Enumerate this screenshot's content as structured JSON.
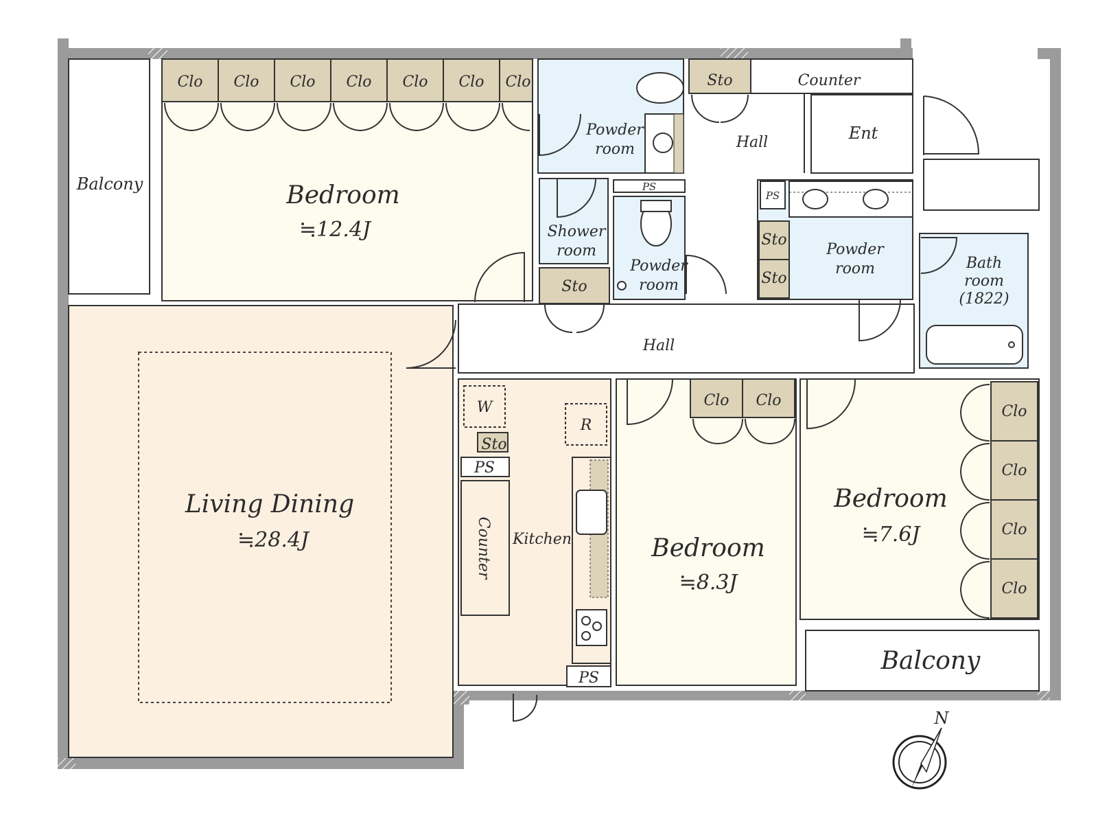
{
  "colors": {
    "wall": "#9b9b9b",
    "bedroom_fill": "#fdfcef",
    "living_fill": "#fcf0e1",
    "wet_fill": "#e6f3fb",
    "storage_fill": "#dcd3b8",
    "line": "#333333"
  },
  "rooms": {
    "bedroom1": {
      "label": "Bedroom",
      "area": "≒12.4J"
    },
    "bedroom2": {
      "label": "Bedroom",
      "area": "≒8.3J"
    },
    "bedroom3": {
      "label": "Bedroom",
      "area": "≒7.6J"
    },
    "living": {
      "label": "Living Dining",
      "area": "≒28.4J"
    },
    "kitchen": "Kitchen",
    "entrance": "Ent",
    "hall_north": "Hall",
    "hall_main": "Hall",
    "counter_top": "Counter",
    "counter_kitchen": "Counter",
    "powder1": [
      "Powder",
      "room"
    ],
    "powder2": [
      "Powder",
      "room"
    ],
    "powder3": [
      "Powder",
      "room"
    ],
    "shower": [
      "Shower",
      "room"
    ],
    "bath": [
      "Bath",
      "room",
      "(1822)"
    ],
    "balcony_west": "Balcony",
    "balcony_south": "Balcony"
  },
  "abbr": {
    "closet": "Clo",
    "storage": "Sto",
    "pipe_space": "PS",
    "washer": "W",
    "refrigerator": "R"
  },
  "compass": "N",
  "icons": [
    "toilet-icon",
    "sink-icon",
    "bathtub-icon",
    "stove-icon",
    "door-swing-icon",
    "compass-icon"
  ]
}
